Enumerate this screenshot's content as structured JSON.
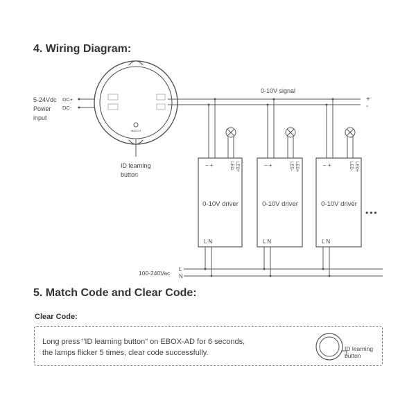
{
  "sections": {
    "wiring": {
      "title": "4. Wiring Diagram:"
    },
    "match": {
      "title": "5. Match Code and Clear Code:"
    }
  },
  "controller": {
    "name": "EBOX-AD",
    "power_label_lines": [
      "5-24Vdc",
      "Power",
      "input"
    ],
    "terminal_dc_plus": "DC+",
    "terminal_dc_minus": "DC-",
    "button_label": "MATCH",
    "button_callout_lines": [
      "ID learning",
      "button"
    ]
  },
  "bus": {
    "signal_label": "0-10V signal",
    "plus": "+",
    "minus": "-",
    "ac_label": "100-240Vac",
    "line_L": "L",
    "line_N": "N"
  },
  "drivers": [
    {
      "label": "0-10V driver",
      "dim_terms": "− +",
      "led_minus": "LED-",
      "led_plus": "LED+",
      "ac_terms": "L N"
    },
    {
      "label": "0-10V driver",
      "dim_terms": "− +",
      "led_minus": "LED-",
      "led_plus": "LED+",
      "ac_terms": "L N"
    },
    {
      "label": "0-10V driver",
      "dim_terms": "− +",
      "led_minus": "LED-",
      "led_plus": "LED+",
      "ac_terms": "L N"
    }
  ],
  "more_indicator": "•••",
  "clear_code": {
    "heading": "Clear Code:",
    "lines": [
      "Long press \"ID learning button\" on EBOX-AD for 6 seconds,",
      "the lamps flicker 5 times, clear code successfully."
    ],
    "icon_label_lines": [
      "ID learning",
      "button"
    ]
  }
}
